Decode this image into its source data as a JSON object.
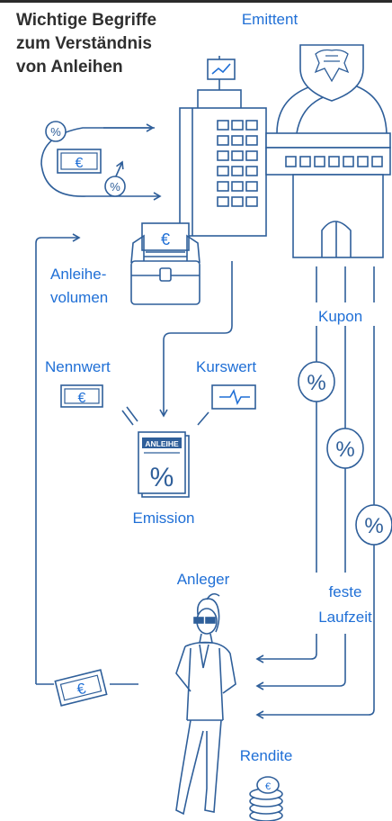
{
  "title": {
    "line1": "Wichtige Begriffe",
    "line2": "zum Verständnis",
    "line3": "von Anleihen"
  },
  "labels": {
    "emittent": "Emittent",
    "volumen1": "Anleihe-",
    "volumen2": "volumen",
    "kupon": "Kupon",
    "nennwert": "Nennwert",
    "kurswert": "Kurswert",
    "emission": "Emission",
    "anleger": "Anleger",
    "feste": "feste",
    "laufzeit": "Laufzeit",
    "rendite": "Rendite"
  },
  "icons": {
    "euro": "€",
    "percent": "%",
    "certificate": "ANLEIHE"
  },
  "colors": {
    "accent": "#1f6fd6",
    "line": "#2f5f9a",
    "title": "#2f2f2f"
  }
}
